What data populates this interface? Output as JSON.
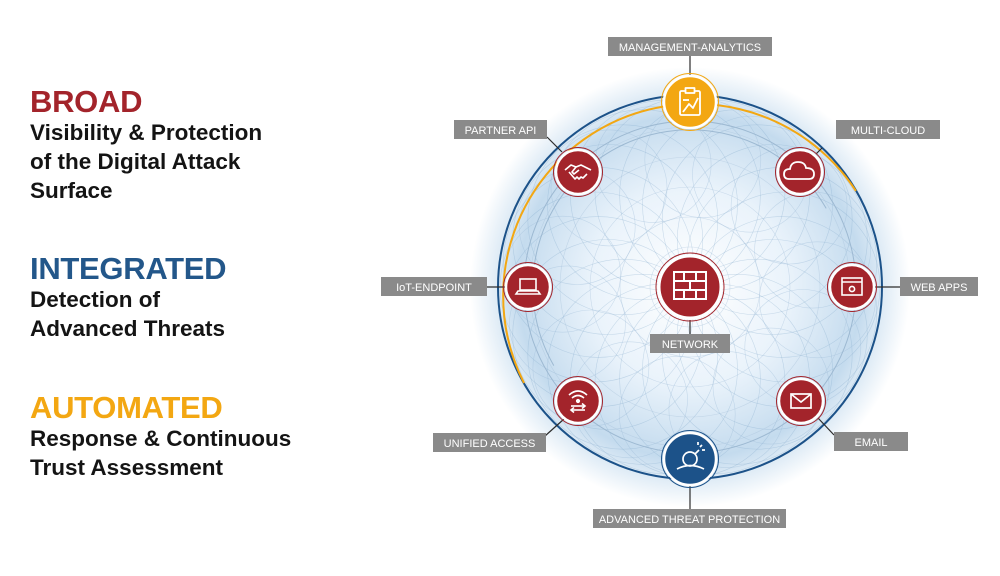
{
  "pillars": [
    {
      "heading": "BROAD",
      "color": "#a3242b",
      "lines": [
        "Visibility & Protection",
        "of the Digital Attack",
        "Surface"
      ]
    },
    {
      "heading": "INTEGRATED",
      "color": "#23578a",
      "lines": [
        "Detection of",
        "Advanced Threats"
      ]
    },
    {
      "heading": "AUTOMATED",
      "color": "#f3a712",
      "lines": [
        "Response & Continuous",
        "Trust Assessment"
      ]
    }
  ],
  "diagram": {
    "colors": {
      "red": "#a3242b",
      "gold": "#f3a712",
      "blue": "#1c5289",
      "label_bg": "#8a8a8a"
    },
    "center": {
      "label": "NETWORK",
      "icon": "firewall-icon"
    },
    "nodes": [
      {
        "label": "MANAGEMENT-ANALYTICS",
        "icon": "clipboard-icon",
        "color": "gold"
      },
      {
        "label": "MULTI-CLOUD",
        "icon": "cloud-icon",
        "color": "red"
      },
      {
        "label": "WEB APPS",
        "icon": "browser-window-icon",
        "color": "red"
      },
      {
        "label": "EMAIL",
        "icon": "envelope-icon",
        "color": "red"
      },
      {
        "label": "ADVANCED THREAT PROTECTION",
        "icon": "sandbox-bomb-icon",
        "color": "blue"
      },
      {
        "label": "UNIFIED ACCESS",
        "icon": "wifi-access-icon",
        "color": "red"
      },
      {
        "label": "IoT-ENDPOINT",
        "icon": "laptop-icon",
        "color": "red"
      },
      {
        "label": "PARTNER API",
        "icon": "handshake-icon",
        "color": "red"
      }
    ]
  }
}
